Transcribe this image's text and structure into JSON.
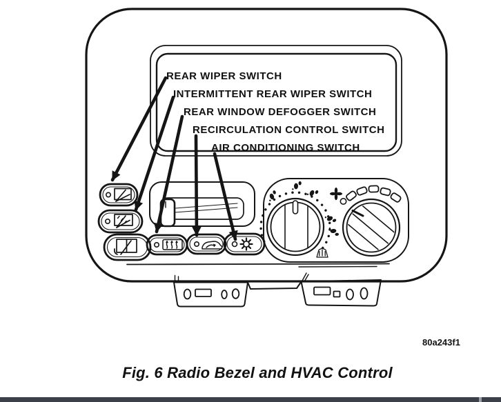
{
  "figure": {
    "caption": "Fig. 6 Radio Bezel and HVAC Control",
    "reference_code": "80a243f1"
  },
  "labels": {
    "rear_wiper": "REAR WIPER SWITCH",
    "intermittent_rear_wiper": "INTERMITTENT REAR WIPER SWITCH",
    "rear_window_defogger": "REAR WINDOW DEFOGGER SWITCH",
    "recirculation_control": "RECIRCULATION CONTROL SWITCH",
    "air_conditioning": "AIR CONDITIONING SWITCH"
  },
  "depicted_controls": [
    "rear-wiper-button",
    "intermittent-rear-wiper-button",
    "rear-washer-button",
    "temperature-slider",
    "rear-window-defogger-button",
    "recirculation-button",
    "air-conditioning-button",
    "mode-knob",
    "fan-speed-knob"
  ],
  "icons": [
    "rear-wiper-icon",
    "intermittent-rear-wiper-icon",
    "rear-washer-icon",
    "defogger-grid-icon",
    "recirculation-car-icon",
    "air-conditioning-sun-icon",
    "fan-icon",
    "defrost-icon"
  ],
  "colors": {
    "line": "#151515",
    "background": "#ffffff",
    "footer_bar": "#3c4149"
  }
}
